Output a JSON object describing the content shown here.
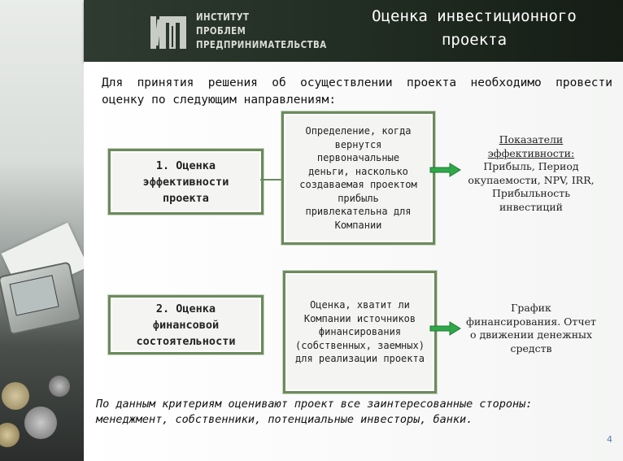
{
  "colors": {
    "header_bg": "#1f2a20",
    "box_border": "#6b8a5c",
    "arrow": "#2fa84a",
    "page_number": "#5a7fb5"
  },
  "logo": {
    "icon": "ipp-monogram-icon",
    "lines": [
      "ИНСТИТУТ",
      "ПРОБЛЕМ",
      "ПРЕДПРИНИМАТЕЛЬСТВА"
    ]
  },
  "title": {
    "lines": [
      "Оценка инвестиционного",
      "проекта"
    ]
  },
  "intro": "Для принятия решения об осуществлении проекта необходимо провести оценку по следующим направлениям:",
  "rows": [
    {
      "label_lines": [
        "1. Оценка",
        "эффективности",
        "проекта"
      ],
      "desc_lines": [
        "Определение, когда",
        "вернутся",
        "первоначальные",
        "деньги, насколько",
        "создаваемая проектом",
        "прибыль",
        "привлекательна для",
        "Компании"
      ],
      "result_lines": [
        "Показатели",
        "эффективности:",
        "Прибыль, Период",
        "окупаемости, NPV, IRR,",
        "Прибыльность",
        "инвестиций"
      ]
    },
    {
      "label_lines": [
        "2. Оценка",
        "финансовой",
        "состоятельности"
      ],
      "desc_lines": [
        "Оценка, хватит ли",
        "Компании источников",
        "финансирования",
        "(собственных, заемных)",
        "для реализации проекта"
      ],
      "result_lines": [
        "График",
        "финансирования. Отчет",
        "о движении денежных",
        "средств"
      ]
    }
  ],
  "footer": "По данным критериям оценивают проект все заинтересованные стороны: менеджмент, собственники, потенциальные инвесторы, банки.",
  "page_number": "4"
}
